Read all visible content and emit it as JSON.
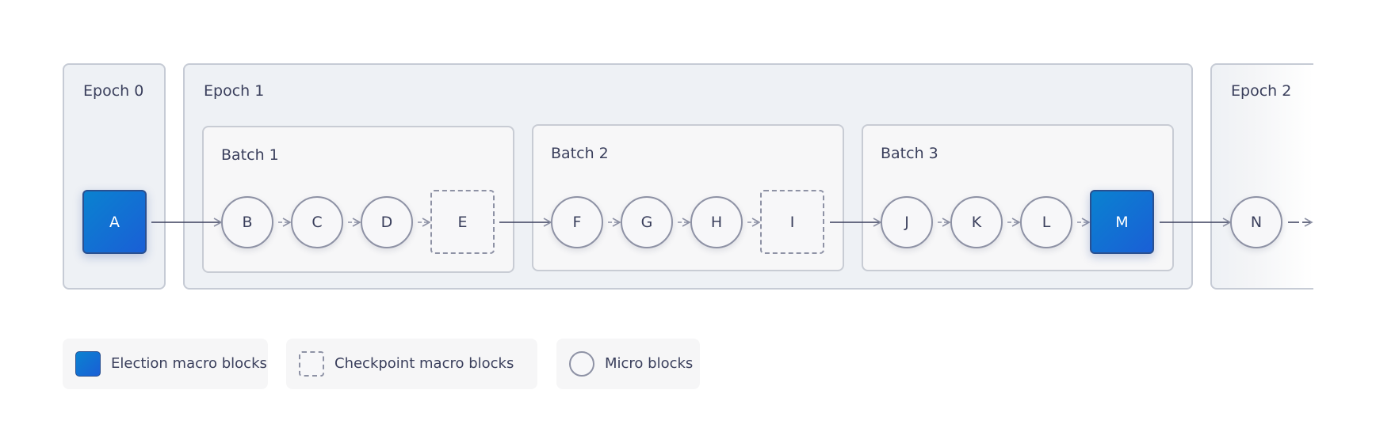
{
  "epochs": [
    {
      "label": "Epoch 0"
    },
    {
      "label": "Epoch 1"
    },
    {
      "label": "Epoch 2"
    }
  ],
  "batches": [
    {
      "label": "Batch 1"
    },
    {
      "label": "Batch 2"
    },
    {
      "label": "Batch 3"
    }
  ],
  "blocks": {
    "a": "A",
    "b": "B",
    "c": "C",
    "d": "D",
    "e": "E",
    "f": "F",
    "g": "G",
    "h": "H",
    "i": "I",
    "j": "J",
    "k": "K",
    "l": "L",
    "m": "M",
    "n": "N"
  },
  "legend": {
    "election": "Election macro blocks",
    "checkpoint": "Checkpoint macro blocks",
    "micro": "Micro blocks"
  },
  "colors": {
    "election_fill": "#0a82d0",
    "stroke": "#8e92a5",
    "epoch_bg": "#eef1f5"
  }
}
